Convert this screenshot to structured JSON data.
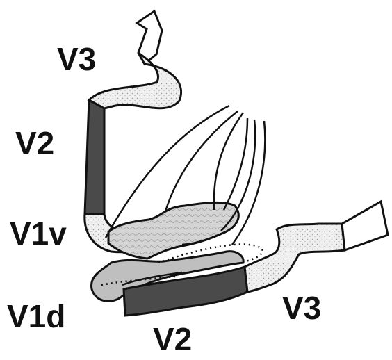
{
  "labels": {
    "v3_top": "V3",
    "v2_left": "V2",
    "v1v": "V1v",
    "v1d": "V1d",
    "v2_bottom": "V2",
    "v3_right": "V3"
  },
  "colors": {
    "outline": "#111111",
    "v3_fill": "#ffffff",
    "v2_fill": "#4a4a4a",
    "light_stipple": "#eeeeee",
    "v1v_fill": "#d2d2d2",
    "v1d_fill": "#bdbdbd"
  }
}
